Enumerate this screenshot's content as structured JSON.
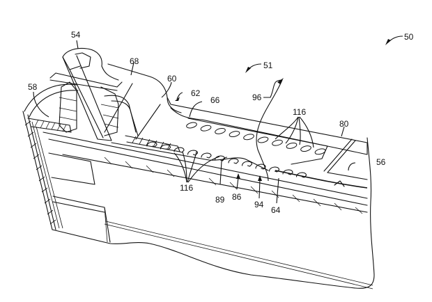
{
  "figure": {
    "type": "patent-drawing",
    "description": "Perspective cutaway view of a panel assembly with fastener and perforated plate",
    "reference_numerals": [
      {
        "id": "50",
        "label": "50"
      },
      {
        "id": "51",
        "label": "51"
      },
      {
        "id": "54",
        "label": "54"
      },
      {
        "id": "56",
        "label": "56"
      },
      {
        "id": "58",
        "label": "58"
      },
      {
        "id": "60",
        "label": "60"
      },
      {
        "id": "62",
        "label": "62"
      },
      {
        "id": "64",
        "label": "64"
      },
      {
        "id": "66",
        "label": "66"
      },
      {
        "id": "68",
        "label": "68"
      },
      {
        "id": "80",
        "label": "80"
      },
      {
        "id": "86",
        "label": "86"
      },
      {
        "id": "89",
        "label": "89"
      },
      {
        "id": "94",
        "label": "94"
      },
      {
        "id": "96",
        "label": "96"
      },
      {
        "id": "116-upper",
        "label": "116"
      },
      {
        "id": "116-lower",
        "label": "116"
      }
    ]
  },
  "colors": {
    "line": "#111111",
    "background": "#ffffff"
  }
}
